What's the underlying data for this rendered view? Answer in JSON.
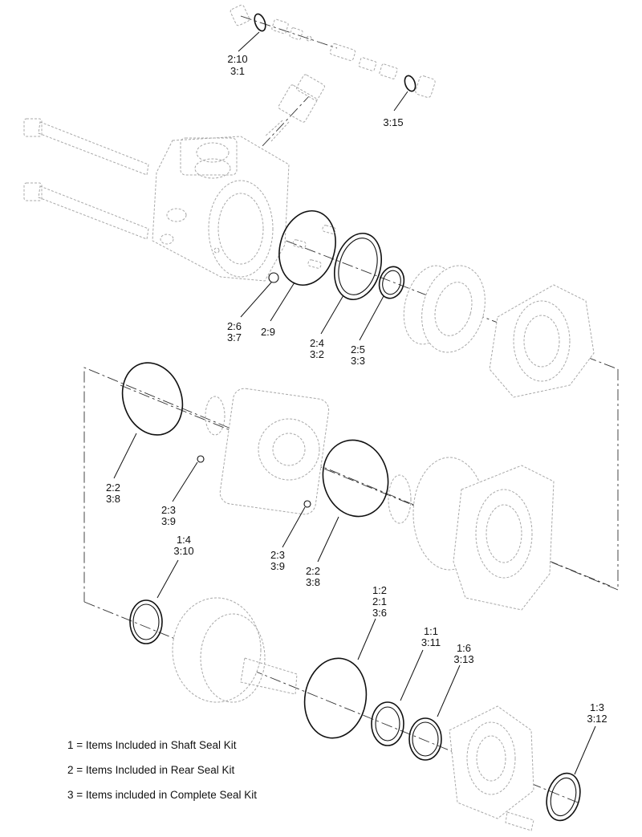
{
  "callouts": [
    {
      "lines": [
        "2:10",
        "3:1"
      ]
    },
    {
      "lines": [
        "3:15"
      ]
    },
    {
      "lines": [
        "2:6",
        "3:7"
      ]
    },
    {
      "lines": [
        "2:9"
      ]
    },
    {
      "lines": [
        "2:4",
        "3:2"
      ]
    },
    {
      "lines": [
        "2:5",
        "3:3"
      ]
    },
    {
      "lines": [
        "2:2",
        "3:8"
      ]
    },
    {
      "lines": [
        "2:3",
        "3:9"
      ]
    },
    {
      "lines": [
        "2:3",
        "3:9"
      ]
    },
    {
      "lines": [
        "2:2",
        "3:8"
      ]
    },
    {
      "lines": [
        "1:4",
        "3:10"
      ]
    },
    {
      "lines": [
        "1:2",
        "2:1",
        "3:6"
      ]
    },
    {
      "lines": [
        "1:1",
        "3:11"
      ]
    },
    {
      "lines": [
        "1:6",
        "3:13"
      ]
    },
    {
      "lines": [
        "1:3",
        "3:12"
      ]
    }
  ],
  "legend": [
    "1 = Items Included in Shaft Seal Kit",
    "2 = Items Included in Rear Seal Kit",
    "3 = Items included in Complete Seal Kit"
  ]
}
